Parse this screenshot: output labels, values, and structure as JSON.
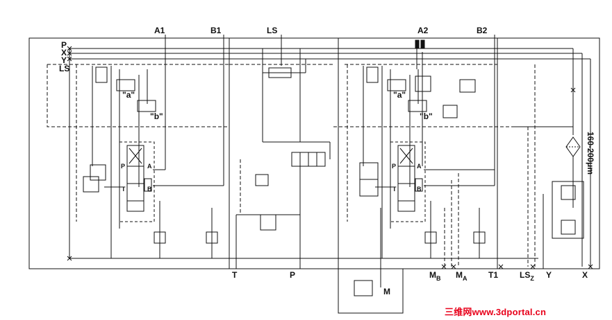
{
  "ports_top": {
    "a1": "A1",
    "b1": "B1",
    "ls": "LS",
    "a2": "A2",
    "b2": "B2"
  },
  "ports_left": {
    "p": "P",
    "x": "X",
    "y": "Y",
    "ls": "LS"
  },
  "ports_bottom": {
    "t": "T",
    "p": "P",
    "mb_main": "M",
    "mb_sub": "B",
    "ma_main": "M",
    "ma_sub": "A",
    "t1": "T1",
    "lsz_main": "LS",
    "lsz_sub": "Z",
    "y": "Y",
    "x": "X",
    "m": "M"
  },
  "spool_labels": {
    "p": "P",
    "a": "A",
    "t": "T",
    "b": "B"
  },
  "pilot_labels": {
    "a": "\"a\"",
    "b": "\"b\""
  },
  "filter_rating": "160-200μm",
  "watermark": "三维网www.3dportal.cn",
  "colors": {
    "line": "#111111",
    "watermark": "#e8001a"
  }
}
